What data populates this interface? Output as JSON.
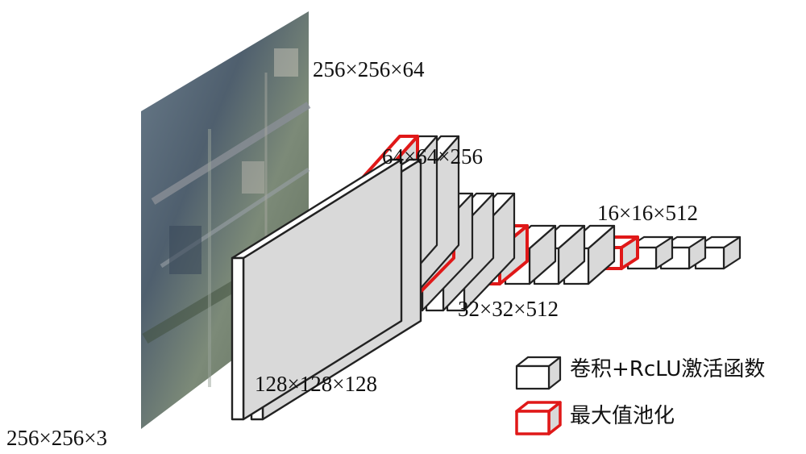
{
  "labels": {
    "input": "256×256×3",
    "block1": "256×256×64",
    "block2": "128×128×128",
    "block3": "64×64×256",
    "block4": "32×32×512",
    "block5": "16×16×512"
  },
  "legend": {
    "conv": "卷积+RcLU激活函数",
    "pool": "最大值池化"
  },
  "colors": {
    "conv_stroke": "#222222",
    "pool_stroke": "#e01818",
    "side_fill": "#d9d9d9"
  }
}
